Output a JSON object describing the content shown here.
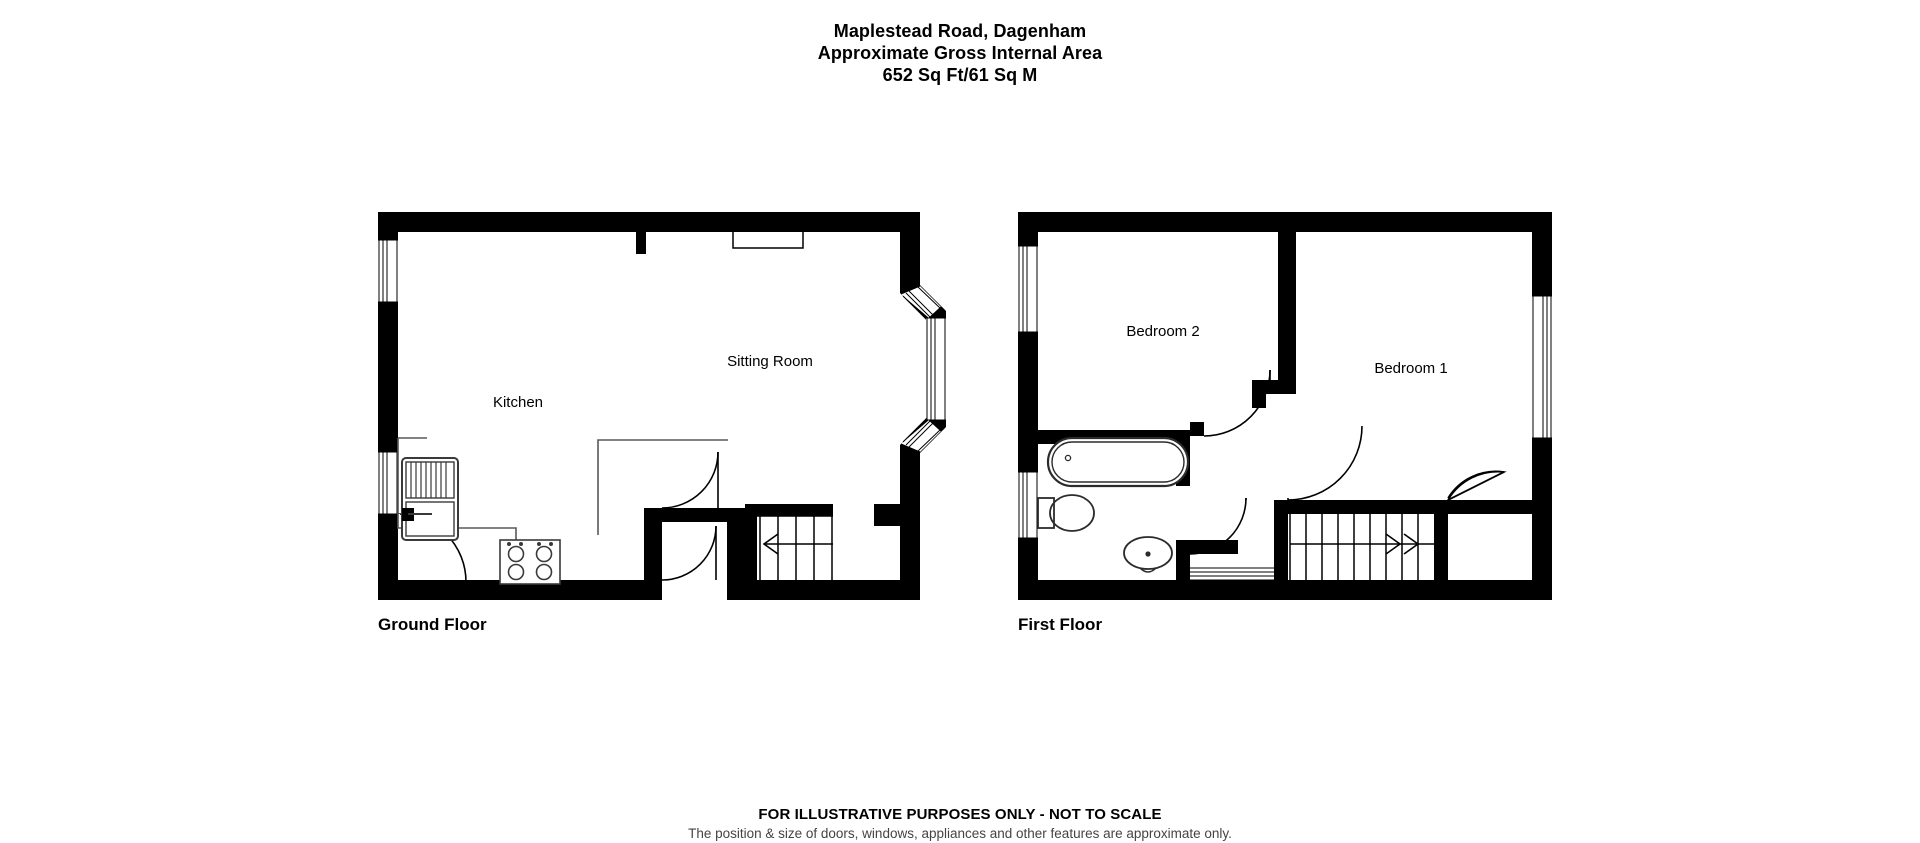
{
  "header": {
    "address": "Maplestead Road, Dagenham",
    "area_caption": "Approximate Gross Internal Area",
    "area_value": "652 Sq Ft/61 Sq M"
  },
  "footer": {
    "disclaimer_primary": "FOR ILLUSTRATIVE PURPOSES ONLY - NOT TO SCALE",
    "disclaimer_secondary": "The position & size of doors, windows, appliances and other features are approximate only."
  },
  "colors": {
    "wall": "#000000",
    "background": "#ffffff",
    "fixture_outline": "#3a3a3a",
    "window_glazing": "#9a9a9a"
  },
  "floors": [
    {
      "id": "ground-floor",
      "label": "Ground Floor",
      "rooms": [
        {
          "id": "kitchen",
          "label": "Kitchen"
        },
        {
          "id": "sitting-room",
          "label": "Sitting Room"
        }
      ],
      "features": [
        "left-wall-window-upper",
        "left-wall-window-lower",
        "kitchen-external-door",
        "bay-window",
        "sink-unit",
        "hob-four-ring",
        "worktop-run",
        "internal-door-sitting-room",
        "internal-door-hall",
        "staircase-up"
      ]
    },
    {
      "id": "first-floor",
      "label": "First Floor",
      "rooms": [
        {
          "id": "bedroom-2",
          "label": "Bedroom 2"
        },
        {
          "id": "bedroom-1",
          "label": "Bedroom 1"
        }
      ],
      "features": [
        "bedroom2-window",
        "bathroom-window",
        "bedroom1-window",
        "bath",
        "wc",
        "wash-basin",
        "bedroom2-door",
        "bathroom-door",
        "bedroom1-door",
        "cupboard-door",
        "staircase-down"
      ]
    }
  ],
  "stairs": {
    "ground_direction_icon": "arrow-left-icon",
    "first_direction_icon": "arrow-right-double-icon"
  }
}
